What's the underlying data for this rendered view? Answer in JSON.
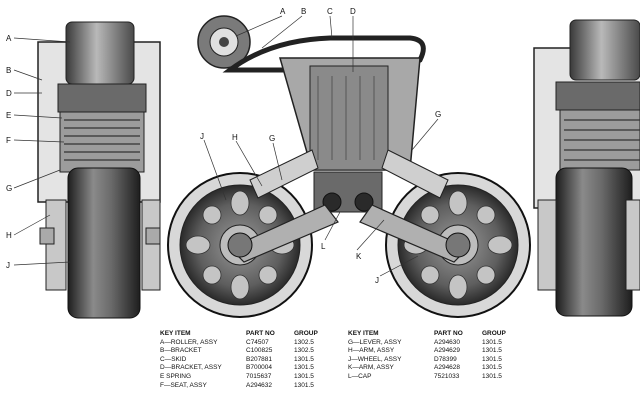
{
  "callouts": {
    "left_view": [
      "A",
      "B",
      "D",
      "E",
      "F",
      "G",
      "H",
      "J"
    ],
    "center_view": [
      "A",
      "B",
      "C",
      "D",
      "G",
      "H",
      "J",
      "G",
      "L",
      "K",
      "J"
    ]
  },
  "key_table": {
    "headers": {
      "item": "KEY      ITEM",
      "part_no": "PART NO",
      "group": "GROUP"
    },
    "left_rows": [
      {
        "item": "A—ROLLER, ASSY",
        "part_no": "C74507",
        "group": "1302.5"
      },
      {
        "item": "B—BRACKET",
        "part_no": "C100825",
        "group": "1302.5"
      },
      {
        "item": "C—SKID",
        "part_no": "B207881",
        "group": "1301.5"
      },
      {
        "item": "D—BRACKET, ASSY",
        "part_no": "B700004",
        "group": "1301.5"
      },
      {
        "item": "E   SPRING",
        "part_no": "7015637",
        "group": "1301.5"
      },
      {
        "item": "F—SEAT, ASSY",
        "part_no": "A294632",
        "group": "1301.5"
      }
    ],
    "right_rows": [
      {
        "item": "G—LEVER, ASSY",
        "part_no": "A294630",
        "group": "1301.5"
      },
      {
        "item": "H—ARM, ASSY",
        "part_no": "A294629",
        "group": "1301.5"
      },
      {
        "item": "J—WHEEL, ASSY",
        "part_no": "D78399",
        "group": "1301.5"
      },
      {
        "item": "K—ARM, ASSY",
        "part_no": "A294628",
        "group": "1301.5"
      },
      {
        "item": "L—CAP",
        "part_no": "7521033",
        "group": "1301.5"
      }
    ]
  }
}
